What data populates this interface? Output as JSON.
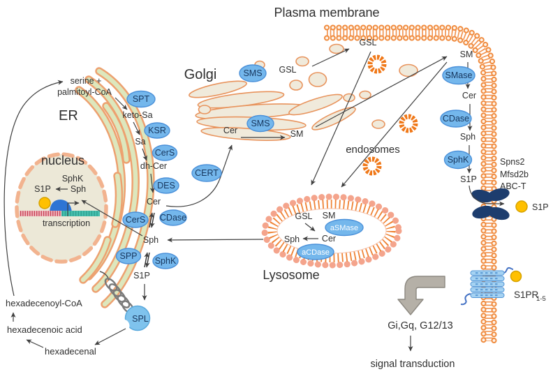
{
  "title": "Plasma membrane",
  "organelles": {
    "golgi": "Golgi",
    "er": "ER",
    "nucleus": "nucleus",
    "lysosome": "Lysosome",
    "endosomes": "endosomes"
  },
  "er_pathway": {
    "substrate_line1": "serine +",
    "substrate_line2": "palmitoyl-CoA",
    "spt": "SPT",
    "keto_sa": "keto-Sa",
    "ksr": "KSR",
    "sa": "Sa",
    "cers": "CerS",
    "dh_cer": "dh-Cer",
    "des": "DES",
    "cer": "Cer",
    "cers2": "CerS",
    "cdase": "CDase",
    "sph": "Sph",
    "spp": "SPP",
    "sphk": "SphK",
    "s1p": "S1P"
  },
  "nucleus_content": {
    "sphk": "SphK",
    "s1p": "S1P",
    "sph": "Sph",
    "transcription": "transcription"
  },
  "golgi_pathway": {
    "cert": "CERT",
    "sms_top": "SMS",
    "sms_bottom": "SMS",
    "cer": "Cer",
    "sm": "SM",
    "gsl": "GSL"
  },
  "pm_pathway": {
    "gsl": "GSL",
    "sm": "SM",
    "smase": "SMase",
    "cer": "Cer",
    "cdase": "CDase",
    "sph": "Sph",
    "sphk": "SphK",
    "s1p": "S1P"
  },
  "transport": {
    "spns2": "Spns2",
    "mfsd2b": "Mfsd2b",
    "abct": "ABC-T",
    "exported_s1p": "S1P"
  },
  "receptor": {
    "name": "S1PR",
    "subscript": "1-5"
  },
  "signaling": {
    "g_proteins": "Gi,Gq, G12/13",
    "outcome": "signal transduction"
  },
  "lysosome_content": {
    "gsl": "GSL",
    "sm": "SM",
    "asmase": "aSMase",
    "cer": "Cer",
    "sph": "Sph",
    "acdase": "aCDase"
  },
  "recycling": {
    "hexadecenoyl_coa": "hexadecenoyl-CoA",
    "hexadecenoic_acid": "hexadecenoic acid",
    "hexadecenal": "hexadecenal",
    "spl": "SPL"
  },
  "colors": {
    "membrane_orange": "#ED7D31",
    "membrane_head": "#F08A3C",
    "lysosome_head_salmon": "#F4A48C",
    "enzyme_blue": "#74B7EC",
    "vesicle_beige": "#F0EADB",
    "er_green": "#DDE7BD",
    "nucleus_beige": "#ECE8D7",
    "transporter_navy": "#1D3D6E",
    "ligand_yellow": "#FFC000",
    "receptor_light_blue": "#A5D2F2",
    "dna_pink": "#EFB3BA",
    "dna_teal": "#46BFAE",
    "gray_arrow": "#B5B0A7"
  }
}
